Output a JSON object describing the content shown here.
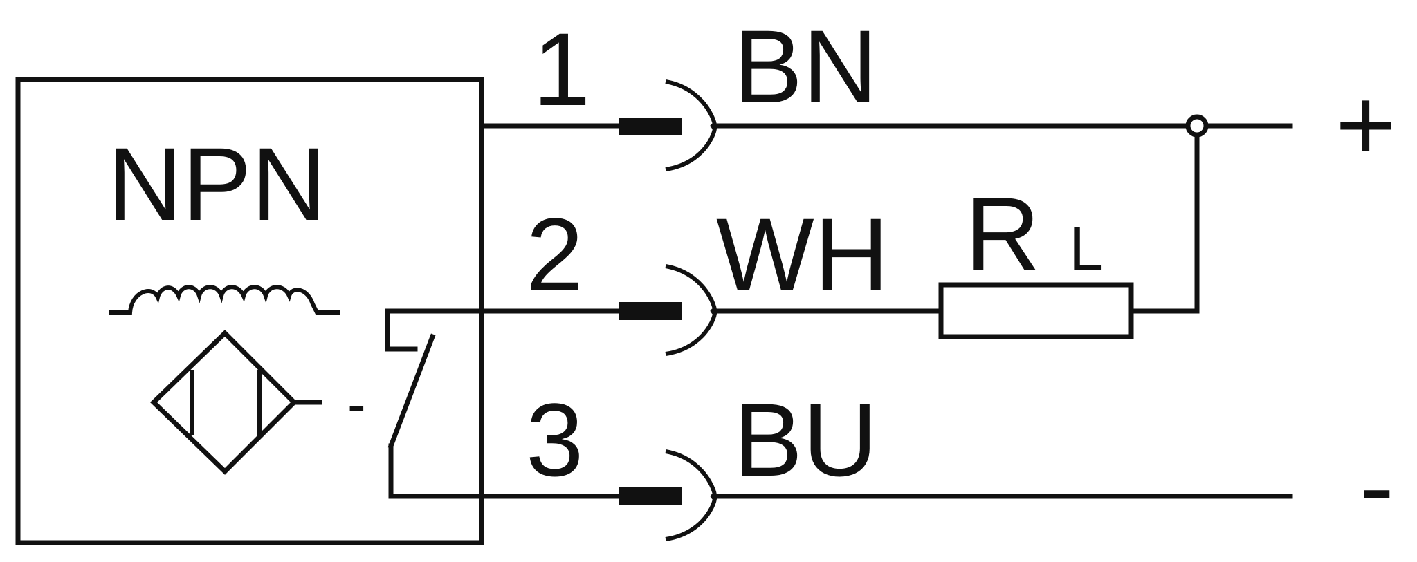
{
  "sensor": {
    "type_label": "NPN"
  },
  "pins": [
    {
      "number": "1",
      "color": "BN"
    },
    {
      "number": "2",
      "color": "WH"
    },
    {
      "number": "3",
      "color": "BU"
    }
  ],
  "load": {
    "symbol": "R",
    "subscript": "L"
  },
  "supply": {
    "positive": "+",
    "negative": "-"
  },
  "switch_marker": "-",
  "colors": {
    "line": "#111111",
    "background": "#ffffff"
  }
}
